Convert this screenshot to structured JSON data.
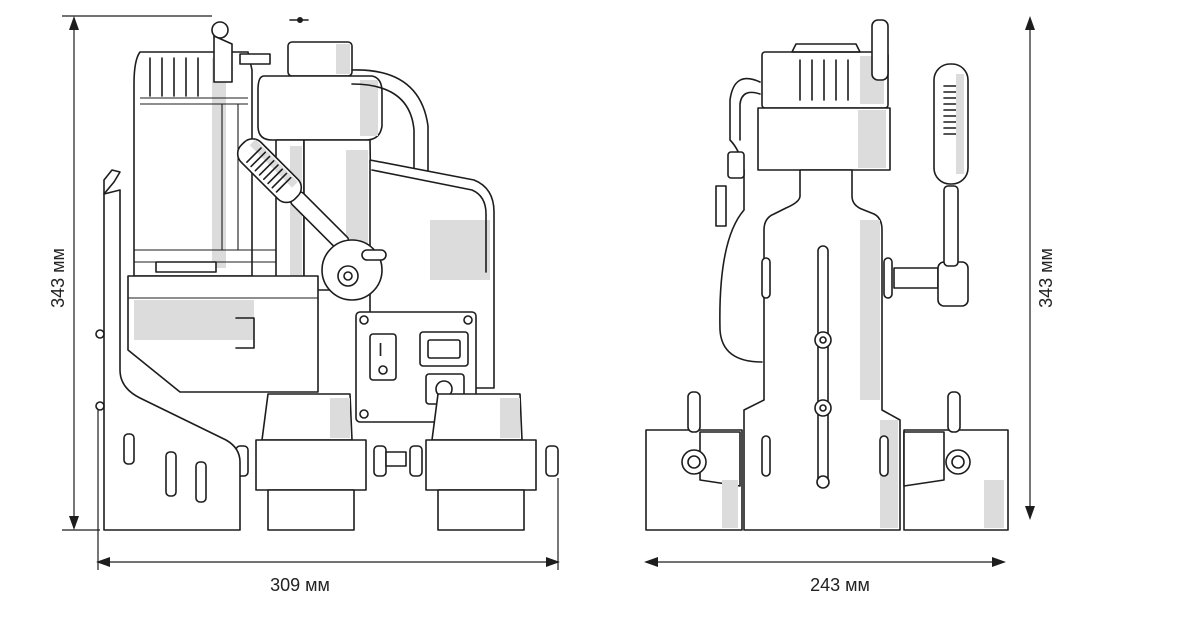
{
  "dimensions": {
    "side_height": "343 мм",
    "side_width": "309 мм",
    "front_width": "243 мм",
    "front_height": "343 мм"
  },
  "switch_panel": {
    "switch_mark": "I"
  }
}
